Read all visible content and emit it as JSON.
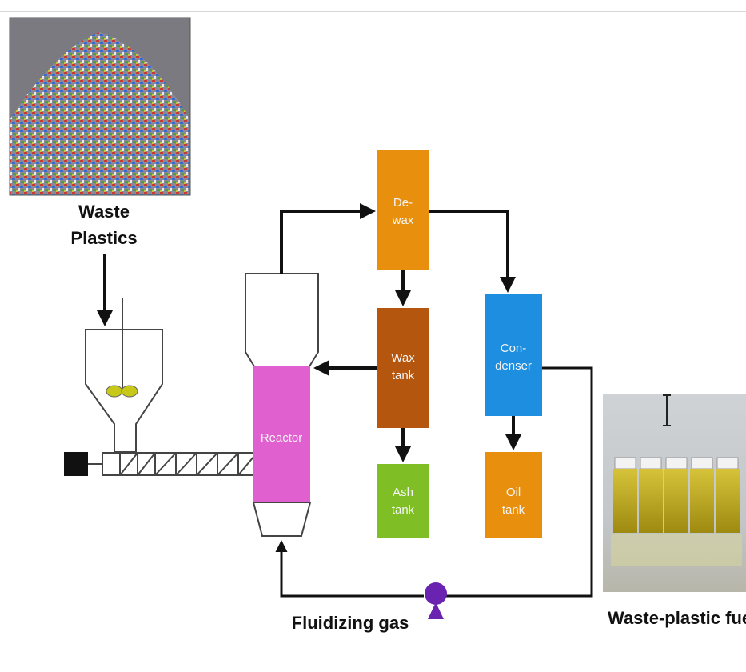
{
  "diagram": {
    "labels": {
      "waste_plastics_line1": "Waste",
      "waste_plastics_line2": "Plastics",
      "fluidizing_gas": "Fluidizing gas",
      "waste_plastic_fuel": "Waste-plastic fue"
    },
    "units": {
      "dewax": [
        "De-",
        "wax"
      ],
      "wax_tank": [
        "Wax",
        "tank"
      ],
      "condenser": [
        "Con-",
        "denser"
      ],
      "reactor": [
        "Reactor"
      ],
      "ash_tank": [
        "Ash",
        "tank"
      ],
      "oil_tank": [
        "Oil",
        "tank"
      ]
    },
    "colors": {
      "dewax": "#e8900e",
      "wax_tank": "#b5560e",
      "condenser": "#1e8fe0",
      "reactor": "#e060d0",
      "ash_tank": "#7fbf25",
      "oil_tank": "#e8900e",
      "pump": "#6a22b0",
      "lines": "#111111"
    }
  }
}
